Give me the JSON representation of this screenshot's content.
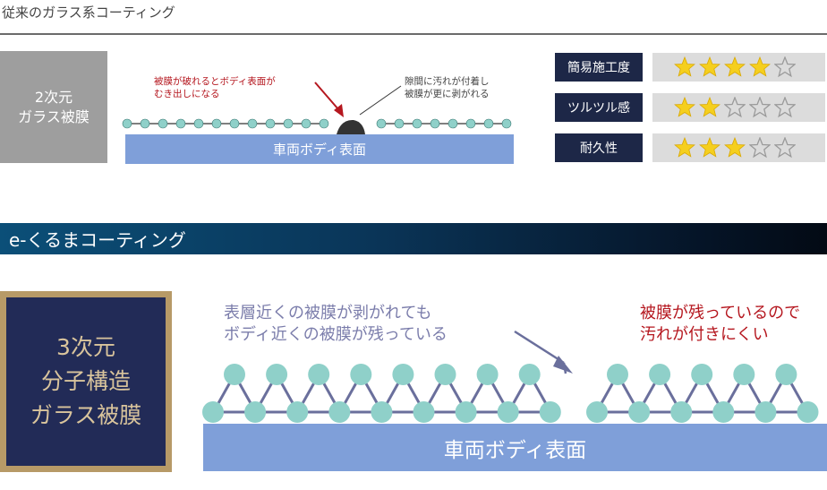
{
  "colors": {
    "accent_navy": "#1d2747",
    "surface_blue": "#7f9fd9",
    "red_text": "#b5171f",
    "purple_text": "#7b7dab",
    "star_gold": "#f5cf1e",
    "star_gray": "#9a9a9a",
    "node_teal": "#8fd0c9",
    "gold_frame": "#b79a67"
  },
  "section_conventional": {
    "title": "従来のガラス系コーティング",
    "box_line1": "2次元",
    "box_line2": "ガラス被膜",
    "surface_label": "車両ボディ表面",
    "red_note_line1": "被膜が破れるとボディ表面が",
    "red_note_line2": "むき出しになる",
    "gray_note_line1": "隙間に汚れが付着し",
    "gray_note_line2": "被膜が更に剥がれる",
    "ratings": [
      {
        "label": "簡易施工度",
        "stars": 4,
        "max": 5
      },
      {
        "label": "ツルツル感",
        "stars": 2,
        "max": 5
      },
      {
        "label": "耐久性",
        "stars": 3,
        "max": 5
      }
    ]
  },
  "section_ecoating": {
    "title": "e-くるまコーティング",
    "box_line1": "3次元",
    "box_line2": "分子構造",
    "box_line3": "ガラス被膜",
    "surface_label": "車両ボディ表面",
    "purple_note_line1": "表層近くの被膜が剥がれても",
    "purple_note_line2": "ボディ近くの被膜が残っている",
    "red_note_line1": "被膜が残っているので",
    "red_note_line2": "汚れが付きにくい"
  }
}
